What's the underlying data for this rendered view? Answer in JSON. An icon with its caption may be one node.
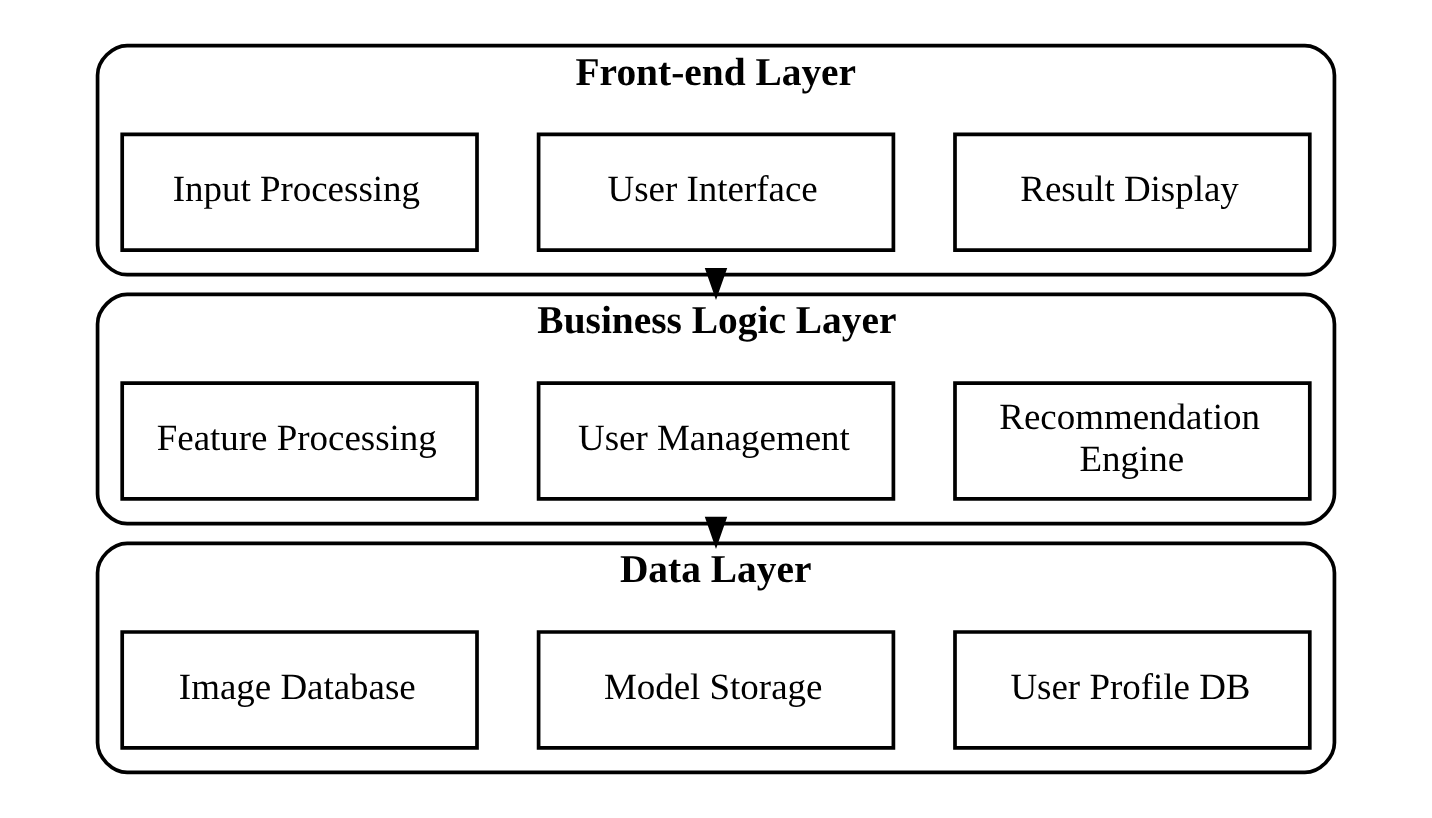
{
  "diagram": {
    "nodes": [
      {
        "text": [
          "Front-end Layer"
        ]
      },
      {
        "text": [
          "Input Processing"
        ],
        "in": 0
      },
      {
        "text": [
          "User Interface"
        ],
        "in": 0
      },
      {
        "text": [
          "Result Display"
        ],
        "in": 0
      },
      {
        "text": [
          "Business Logic Layer"
        ]
      },
      {
        "text": [
          "Feature Processing"
        ],
        "in": 4
      },
      {
        "text": [
          "User Management"
        ],
        "in": 4
      },
      {
        "text": [
          "Recommendation Engine"
        ],
        "in": 4
      },
      {
        "text": [
          "Data Layer"
        ]
      },
      {
        "text": [
          "Image Database"
        ],
        "in": 8
      },
      {
        "text": [
          "Model Storage"
        ],
        "in": 8
      },
      {
        "text": [
          "User Profile DB"
        ],
        "in": 8
      }
    ],
    "edges": [
      {
        "from": 0,
        "to": 4,
        "arrow": "to"
      },
      {
        "from": 4,
        "to": 8,
        "arrow": "to"
      }
    ]
  }
}
